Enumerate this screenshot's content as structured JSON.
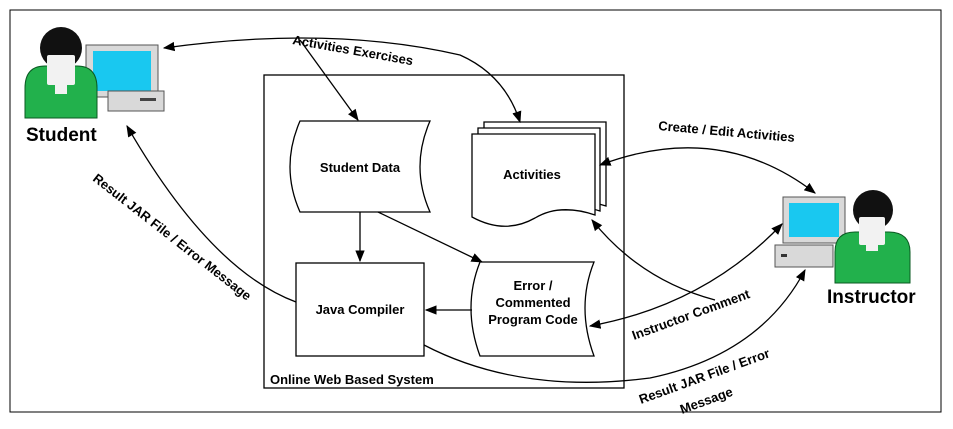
{
  "actors": {
    "student": {
      "label": "Student"
    },
    "instructor": {
      "label": "Instructor"
    }
  },
  "system": {
    "label": "Online Web Based System"
  },
  "nodes": {
    "student_data": "Student Data",
    "activities": "Activities",
    "java_compiler": "Java Compiler",
    "error_code": [
      "Error /",
      "Commented",
      "Program Code"
    ]
  },
  "edge_labels": {
    "activities_exercises": "Activities Exercises",
    "create_edit": "Create / Edit Activities",
    "result_student": "Result JAR File / Error Message",
    "instructor_comment": "Instructor Comment",
    "result_instructor_1": "Result JAR File / Error",
    "result_instructor_2": "Message"
  },
  "colors": {
    "person_body": "#22b14c",
    "person_head": "#111111",
    "face": "#f2f2f2",
    "screen": "#19c8f0",
    "monitor": "#d9d9d9"
  }
}
